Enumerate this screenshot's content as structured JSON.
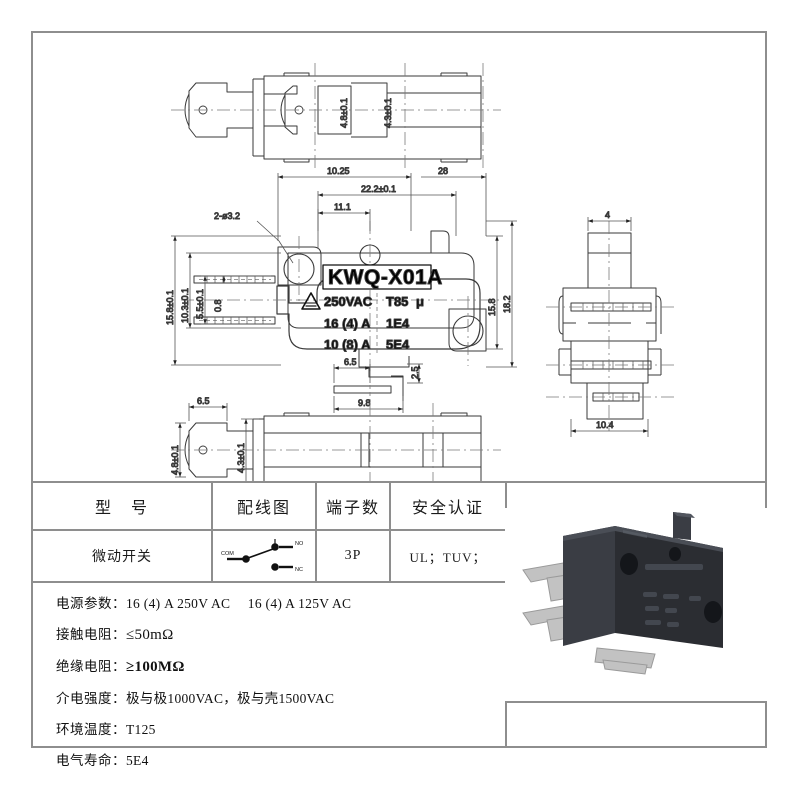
{
  "sheet": {
    "drawing": {
      "part_label": {
        "model": "KWQ-X01A",
        "voltage": "250VAC",
        "temp_code": "T85",
        "mu": "μ",
        "rating_1_current": "16 (4) A",
        "rating_1_life": "1E4",
        "rating_2_current": "10 (8) A",
        "rating_2_life": "5E4",
        "warning_icon": "warning-triangle-icon"
      },
      "dimensions": {
        "top_view": [
          "4.8±0.1",
          "4.3±0.1"
        ],
        "front_view_horizontal": [
          "10.25",
          "28",
          "22.2±0.1",
          "11.1"
        ],
        "front_view_vertical_left": [
          "15.8±0.1",
          "10.3±0.1",
          "5.5±0.1",
          "0.8"
        ],
        "front_view_vertical_right": [
          "15.8",
          "18.2"
        ],
        "hole_note": "2-ø3.2",
        "terminal_view": [
          "6.5",
          "9.8",
          "2.5"
        ],
        "bottom_view": [
          "6.5",
          "4.8±0.1",
          "4.3±0.1"
        ],
        "side_view": [
          "4",
          "10.4"
        ]
      }
    },
    "table": {
      "headers": [
        "型　号",
        "配线图",
        "端子数",
        "安全认证"
      ],
      "values": [
        "微动开关",
        "wiring-diagram-icon",
        "3P",
        "UL；TUV；"
      ],
      "wiring_terminals": [
        "COM",
        "NC",
        "NO"
      ]
    },
    "specs": [
      {
        "key": "电源参数：",
        "value": "16 (4) A 250V AC　 16 (4) A 125V AC"
      },
      {
        "key": "接触电阻：",
        "value": "≤50mΩ"
      },
      {
        "key": "绝缘电阻：",
        "value": "≥100MΩ"
      },
      {
        "key": "介电强度：",
        "value": "极与极1000VAC，极与壳1500VAC"
      },
      {
        "key": "环境温度：",
        "value": "T125"
      },
      {
        "key": "电气寿命：",
        "value": "5E4"
      }
    ],
    "photo": {
      "alt": "micro-switch-product-photo",
      "body_color": "#2b2d32",
      "terminal_color": "#c9c9c9"
    }
  }
}
